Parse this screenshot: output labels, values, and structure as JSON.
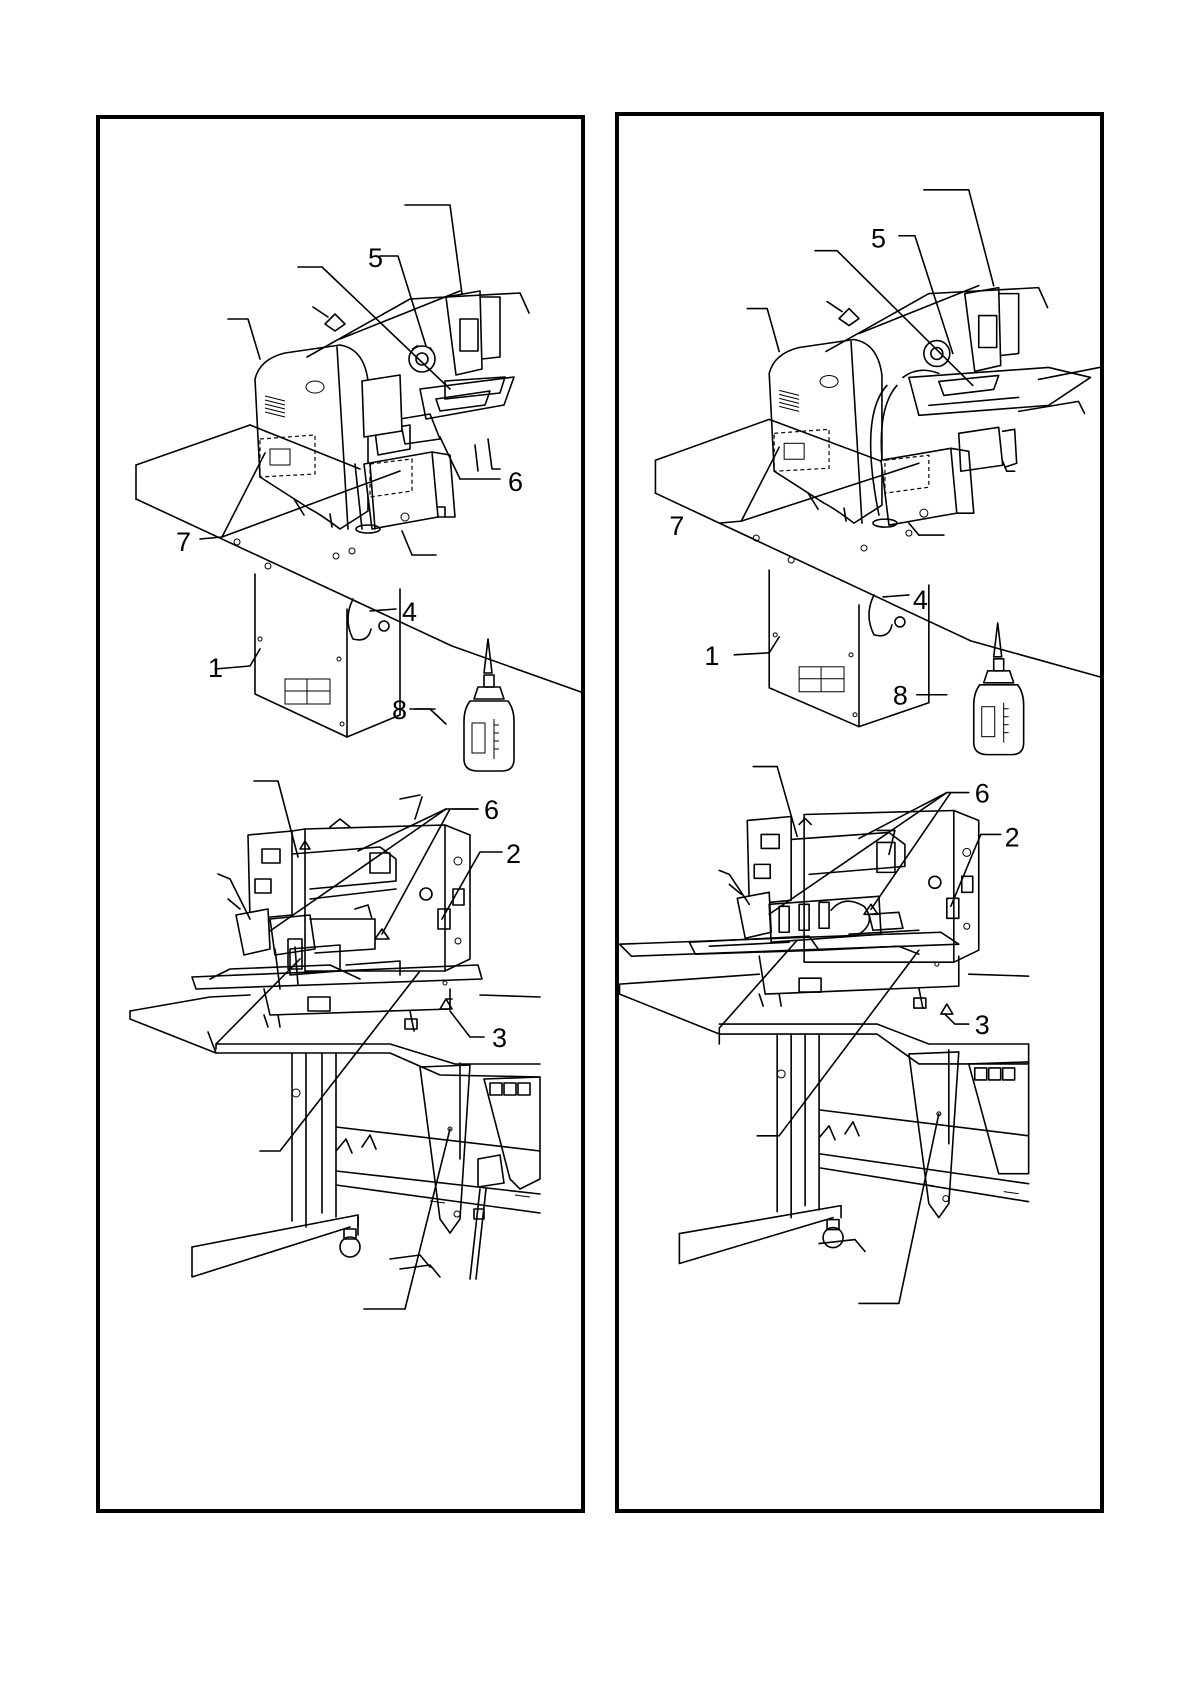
{
  "callouts": {
    "n1": "1",
    "n2": "2",
    "n3": "3",
    "n4": "4",
    "n5": "5",
    "n6": "6",
    "n7": "7",
    "n8": "8"
  },
  "colors": {
    "ink": "#000000",
    "paper": "#ffffff"
  }
}
